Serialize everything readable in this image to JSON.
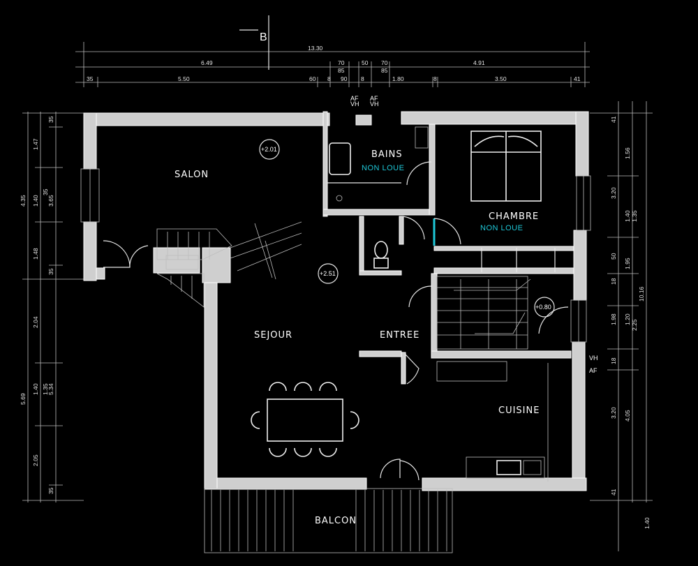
{
  "rooms": {
    "salon": "SALON",
    "bains": "BAINS",
    "bains_note": "NON LOUE",
    "chambre": "CHAMBRE",
    "chambre_note": "NON LOUE",
    "sejour": "SEJOUR",
    "entree": "ENTREE",
    "cuisine": "CUISINE",
    "balcon": "BALCON"
  },
  "levels": {
    "salon": "+2.01",
    "sejour": "+2.51",
    "palier": "+0.80"
  },
  "section_marker": "B",
  "ventilation": {
    "top_left": [
      "AF",
      "VH"
    ],
    "top_right": [
      "AF",
      "VH"
    ],
    "right": [
      "VH",
      "AF"
    ]
  },
  "dimensions": {
    "top_total": "13.30",
    "top_row2": [
      "6.49",
      "70",
      "85",
      "50",
      "70",
      "85",
      "4.91"
    ],
    "top_row3": [
      "35",
      "5.50",
      "60",
      "8",
      "90",
      "8",
      "1.80",
      "8",
      "3.50",
      "41"
    ],
    "left_outer": [
      "4.35",
      "5.69"
    ],
    "left_mid": [
      "1.47",
      "1.40",
      "1.48",
      "2.04",
      "1.40",
      "2.05"
    ],
    "left_inner": [
      "35",
      "35",
      "3.65",
      "35",
      "1.35",
      "5.34",
      "35"
    ],
    "right_inner": [
      "41",
      "3.20",
      "1.40",
      "50",
      "18",
      "1.98",
      "1.20",
      "18",
      "3.20",
      "41",
      "1.40"
    ],
    "right_mid": [
      "1.56",
      "1.35",
      "1.95",
      "2.25",
      "4.05"
    ],
    "right_outer": [
      "10.16"
    ]
  },
  "colors": {
    "background": "#000000",
    "lines": "#ffffff",
    "annotation": "#1ec8d8"
  }
}
